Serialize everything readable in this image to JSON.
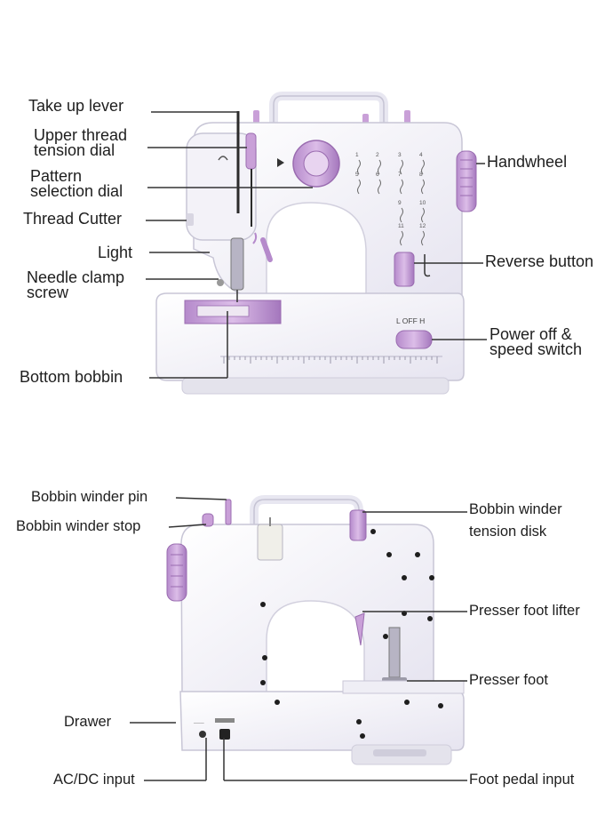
{
  "front_view": {
    "labels": {
      "take_up_lever": "Take up lever",
      "upper_thread_tension_dial_l1": "Upper thread",
      "upper_thread_tension_dial_l2": "tension dial",
      "pattern_selection_dial_l1": "Pattern",
      "pattern_selection_dial_l2": "selection dial",
      "thread_cutter": "Thread Cutter",
      "light": "Light",
      "needle_clamp_screw_l1": "Needle clamp",
      "needle_clamp_screw_l2": "screw",
      "bottom_bobbin": "Bottom bobbin",
      "handwheel": "Handwheel",
      "reverse_button": "Reverse button",
      "power_speed_switch_l1": "Power off &",
      "power_speed_switch_l2": "speed switch"
    },
    "switch_text": "L  OFF  H",
    "pattern_numbers": [
      "1",
      "2",
      "3",
      "4",
      "5",
      "6",
      "7",
      "8",
      "9",
      "10",
      "11",
      "12"
    ]
  },
  "back_view": {
    "labels": {
      "bobbin_winder_pin": "Bobbin winder pin",
      "bobbin_winder_stop": "Bobbin winder stop",
      "bobbin_winder_tension_disk_l1": "Bobbin winder",
      "bobbin_winder_tension_disk_l2": "tension disk",
      "presser_foot_lifter": "Presser foot lifter",
      "presser_foot": "Presser foot",
      "drawer": "Drawer",
      "ac_dc_input": "AC/DC input",
      "foot_pedal_input": "Foot pedal input"
    }
  },
  "colors": {
    "body": "#f4f3fa",
    "accent": "#c9a0d8",
    "accent_dark": "#9a6cb0",
    "leader": "#333333",
    "text": "#1e1e1e"
  }
}
